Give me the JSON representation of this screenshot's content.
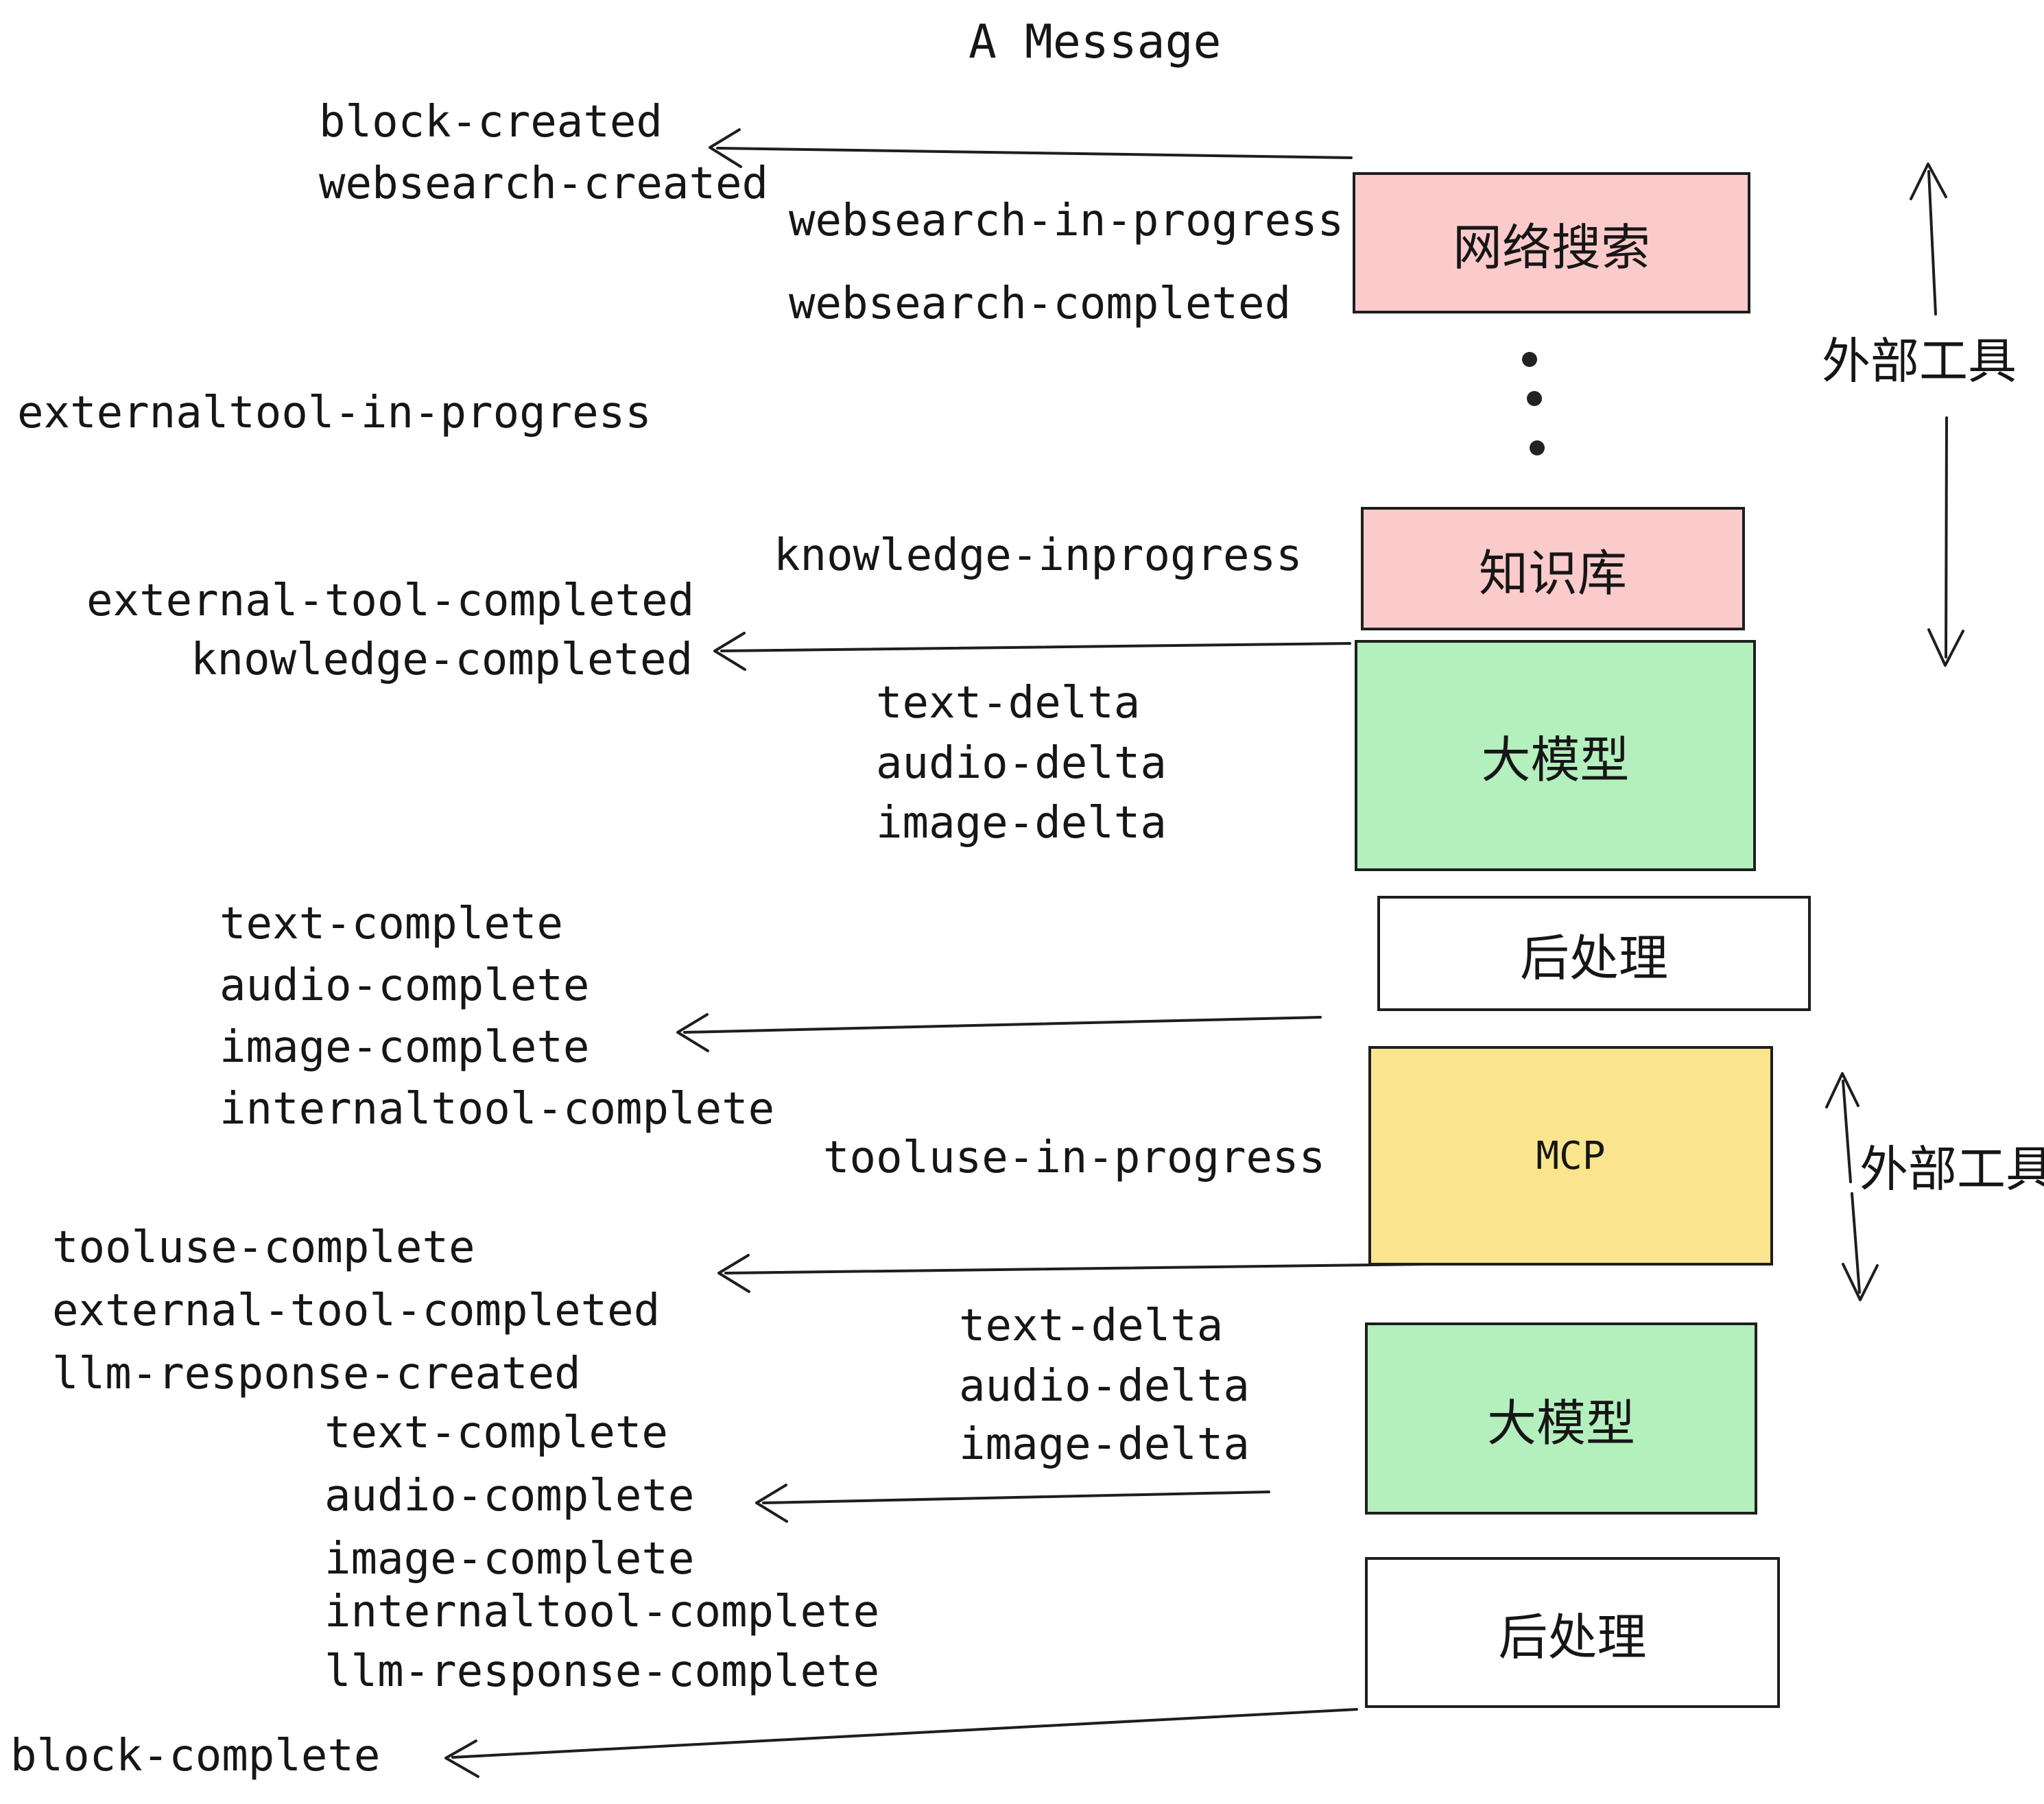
{
  "title": "A Message",
  "colors": {
    "pink": "#fbcaca",
    "green": "#b4efbe",
    "yellow": "#fae58e",
    "white": "#ffffff",
    "ink": "#1e1e1e"
  },
  "boxes": [
    {
      "label": "网络搜索",
      "color": "pink"
    },
    {
      "label": "知识库",
      "color": "pink"
    },
    {
      "label": "大模型",
      "color": "green"
    },
    {
      "label": "后处理",
      "color": "white"
    },
    {
      "label": "MCP",
      "color": "yellow"
    },
    {
      "label": "大模型",
      "color": "green"
    },
    {
      "label": "后处理",
      "color": "white"
    }
  ],
  "side_labels": [
    {
      "text": "外部工具"
    },
    {
      "text": "外部工具"
    }
  ],
  "events": [
    {
      "text": "block-created"
    },
    {
      "text": "websearch-created"
    },
    {
      "text": "websearch-in-progress"
    },
    {
      "text": "websearch-completed"
    },
    {
      "text": "externaltool-in-progress"
    },
    {
      "text": "external-tool-completed"
    },
    {
      "text": "knowledge-completed"
    },
    {
      "text": "knowledge-inprogress"
    },
    {
      "text": "text-delta"
    },
    {
      "text": "audio-delta"
    },
    {
      "text": "image-delta"
    },
    {
      "text": "text-complete"
    },
    {
      "text": "audio-complete"
    },
    {
      "text": "image-complete"
    },
    {
      "text": "internaltool-complete"
    },
    {
      "text": "tooluse-in-progress"
    },
    {
      "text": "tooluse-complete"
    },
    {
      "text": "external-tool-completed"
    },
    {
      "text": "llm-response-created"
    },
    {
      "text": "text-complete"
    },
    {
      "text": "audio-complete"
    },
    {
      "text": "image-complete"
    },
    {
      "text": "internaltool-complete"
    },
    {
      "text": "llm-response-complete"
    },
    {
      "text": "block-complete"
    },
    {
      "text": "text-delta"
    },
    {
      "text": "audio-delta"
    },
    {
      "text": "image-delta"
    }
  ],
  "icons": {
    "ellipsis": "three-vertical-dots"
  }
}
